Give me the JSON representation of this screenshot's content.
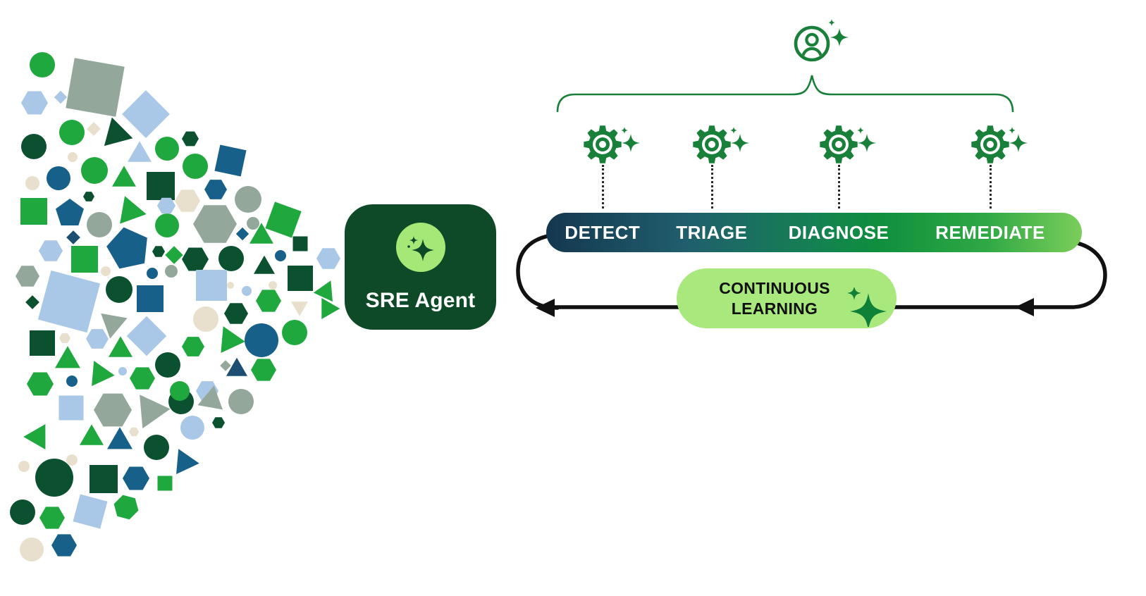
{
  "agent": {
    "label": "SRE Agent",
    "box_color": "#0e4a28",
    "circle_color": "#a5e878"
  },
  "pipeline": {
    "stages": [
      {
        "label": "DETECT",
        "x_pct": 10.5
      },
      {
        "label": "TRIAGE",
        "x_pct": 30.9
      },
      {
        "label": "DIAGNOSE",
        "x_pct": 54.6
      },
      {
        "label": "REMEDIATE",
        "x_pct": 82.9
      }
    ],
    "gradient": [
      "#14374f",
      "#205e6d",
      "#148152",
      "#0f8f3e",
      "#2fa844",
      "#7bce5a"
    ]
  },
  "learning": {
    "line1": "CONTINUOUS",
    "line2": "LEARNING",
    "pill_color": "#a9e87c",
    "sparkle_color": "#0f8038"
  },
  "accent_green": "#188038",
  "loop_line_color": "#111111",
  "connector_dot_color": "#2a2a2a",
  "icons": {
    "top": "user-circle-sparkle-icon",
    "stage": "gear-sparkle-icon",
    "agent": "sparkle-icon",
    "learning": "sparkle-icon"
  },
  "mosaic": {
    "palette": {
      "g": "#1fa83d",
      "dg": "#0b5130",
      "sb": "#17608a",
      "nb": "#1c4f71",
      "sg": "#93a89b",
      "lb": "#a9c7e6",
      "be": "#e8dfcc"
    },
    "shapes": [
      [
        "c",
        60,
        92,
        18,
        "g",
        0
      ],
      [
        "s",
        135,
        124,
        72,
        "sg",
        10
      ],
      [
        "h",
        49,
        146,
        19,
        "lb",
        0
      ],
      [
        "d",
        86,
        138,
        13,
        "lb",
        0
      ],
      [
        "s",
        207,
        162,
        48,
        "lb",
        45
      ],
      [
        "c",
        102,
        188,
        18,
        "g",
        0
      ],
      [
        "d",
        133,
        183,
        14,
        "be",
        0
      ],
      [
        "t",
        165,
        190,
        42,
        "dg",
        105
      ],
      [
        "c",
        48,
        208,
        18,
        "dg",
        0
      ],
      [
        "t",
        198,
        220,
        34,
        "lb",
        0
      ],
      [
        "c",
        237,
        211,
        17,
        "g",
        0
      ],
      [
        "h",
        270,
        197,
        12,
        "dg",
        0
      ],
      [
        "c",
        103,
        223,
        7,
        "be",
        0
      ],
      [
        "c",
        134,
        242,
        19,
        "g",
        0
      ],
      [
        "s",
        327,
        228,
        38,
        "sb",
        12
      ],
      [
        "c",
        277,
        236,
        18,
        "g",
        0
      ],
      [
        "c",
        83,
        253,
        17,
        "sb",
        0
      ],
      [
        "c",
        46,
        260,
        10,
        "be",
        0
      ],
      [
        "t",
        176,
        255,
        34,
        "g",
        0
      ],
      [
        "s",
        228,
        264,
        40,
        "dg",
        0
      ],
      [
        "h",
        126,
        279,
        8,
        "dg",
        0
      ],
      [
        "h",
        306,
        269,
        16,
        "sb",
        0
      ],
      [
        "h",
        266,
        285,
        18,
        "be",
        0
      ],
      [
        "c",
        352,
        283,
        19,
        "sg",
        0
      ],
      [
        "s",
        48,
        300,
        38,
        "g",
        0
      ],
      [
        "p",
        99,
        303,
        21,
        "sb",
        0
      ],
      [
        "c",
        141,
        319,
        18,
        "sg",
        0
      ],
      [
        "t",
        185,
        300,
        40,
        "g",
        100
      ],
      [
        "c",
        237,
        320,
        17,
        "g",
        0
      ],
      [
        "h",
        236,
        292,
        13,
        "lb",
        0
      ],
      [
        "s",
        402,
        312,
        40,
        "g",
        20
      ],
      [
        "h",
        305,
        318,
        31,
        "sg",
        0
      ],
      [
        "c",
        359,
        317,
        9,
        "sg",
        0
      ],
      [
        "d",
        344,
        332,
        13,
        "sb",
        0
      ],
      [
        "t",
        371,
        336,
        34,
        "g",
        0
      ],
      [
        "s",
        426,
        346,
        21,
        "dg",
        0
      ],
      [
        "d",
        104,
        337,
        14,
        "nb",
        0
      ],
      [
        "h",
        72,
        356,
        17,
        "lb",
        0
      ],
      [
        "s",
        120,
        368,
        38,
        "g",
        0
      ],
      [
        "p",
        182,
        353,
        31,
        "sb",
        -12
      ],
      [
        "h",
        225,
        357,
        9,
        "dg",
        0
      ],
      [
        "d",
        247,
        362,
        18,
        "g",
        0
      ],
      [
        "c",
        150,
        385,
        7,
        "be",
        0
      ],
      [
        "h",
        39,
        392,
        17,
        "sg",
        0
      ],
      [
        "c",
        216,
        388,
        8,
        "sb",
        0
      ],
      [
        "c",
        243,
        385,
        9,
        "sg",
        0
      ],
      [
        "h",
        277,
        368,
        19,
        "dg",
        0
      ],
      [
        "c",
        328,
        367,
        18,
        "dg",
        0
      ],
      [
        "c",
        398,
        363,
        8,
        "sb",
        0
      ],
      [
        "t",
        375,
        380,
        30,
        "dg",
        0
      ],
      [
        "s",
        426,
        395,
        36,
        "dg",
        0
      ],
      [
        "h",
        466,
        367,
        17,
        "lb",
        0
      ],
      [
        "c",
        169,
        411,
        19,
        "dg",
        0
      ],
      [
        "s",
        213,
        424,
        38,
        "sb",
        0
      ],
      [
        "d",
        46,
        429,
        14,
        "dg",
        0
      ],
      [
        "s",
        98,
        428,
        72,
        "lb",
        15
      ],
      [
        "t",
        160,
        459,
        38,
        "sg",
        190
      ],
      [
        "s",
        208,
        477,
        40,
        "lb",
        45
      ],
      [
        "s",
        60,
        487,
        36,
        "dg",
        0
      ],
      [
        "h",
        92,
        480,
        8,
        "be",
        0
      ],
      [
        "h",
        138,
        481,
        16,
        "lb",
        0
      ],
      [
        "t",
        171,
        497,
        34,
        "g",
        0
      ],
      [
        "t",
        96,
        512,
        36,
        "g",
        0
      ],
      [
        "t",
        142,
        531,
        36,
        "g",
        95
      ],
      [
        "c",
        174,
        527,
        6,
        "lb",
        0
      ],
      [
        "h",
        202,
        537,
        18,
        "g",
        0
      ],
      [
        "c",
        238,
        518,
        18,
        "dg",
        0
      ],
      [
        "c",
        102,
        541,
        8,
        "sb",
        0
      ],
      [
        "h",
        57,
        545,
        19,
        "g",
        0
      ],
      [
        "s",
        101,
        579,
        35,
        "lb",
        0
      ],
      [
        "h",
        160,
        582,
        27,
        "sg",
        0
      ],
      [
        "t",
        214,
        583,
        48,
        "sg",
        205
      ],
      [
        "c",
        257,
        570,
        18,
        "dg",
        0
      ],
      [
        "c",
        273,
        607,
        17,
        "lb",
        0
      ],
      [
        "t",
        54,
        620,
        36,
        "g",
        150
      ],
      [
        "t",
        130,
        622,
        34,
        "g",
        0
      ],
      [
        "t",
        170,
        627,
        36,
        "sb",
        0
      ],
      [
        "h",
        190,
        613,
        7,
        "be",
        0
      ],
      [
        "c",
        222,
        635,
        18,
        "dg",
        0
      ],
      [
        "t",
        262,
        656,
        36,
        "sb",
        215
      ],
      [
        "c",
        34,
        662,
        8,
        "be",
        0
      ],
      [
        "c",
        102,
        653,
        8,
        "be",
        0
      ],
      [
        "c",
        77,
        678,
        27,
        "dg",
        0
      ],
      [
        "s",
        147,
        680,
        40,
        "dg",
        0
      ],
      [
        "h",
        193,
        679,
        19,
        "sb",
        0
      ],
      [
        "s",
        234,
        686,
        21,
        "g",
        0
      ],
      [
        "c",
        32,
        727,
        18,
        "dg",
        0
      ],
      [
        "h",
        74,
        735,
        18,
        "g",
        0
      ],
      [
        "s",
        128,
        726,
        40,
        "lb",
        15
      ],
      [
        "h",
        179,
        720,
        18,
        "g",
        15
      ],
      [
        "c",
        45,
        780,
        17,
        "be",
        0
      ],
      [
        "h",
        91,
        774,
        18,
        "sb",
        0
      ],
      [
        "c",
        327,
        405,
        5,
        "be",
        0
      ],
      [
        "c",
        350,
        413,
        7,
        "lb",
        0
      ],
      [
        "c",
        387,
        405,
        6,
        "be",
        0
      ],
      [
        "t",
        462,
        414,
        30,
        "g",
        265
      ],
      [
        "h",
        381,
        427,
        18,
        "g",
        0
      ],
      [
        "t",
        425,
        435,
        24,
        "be",
        180
      ],
      [
        "h",
        335,
        445,
        17,
        "dg",
        0
      ],
      [
        "c",
        292,
        453,
        18,
        "be",
        0
      ],
      [
        "t",
        326,
        483,
        38,
        "g",
        95
      ],
      [
        "c",
        371,
        483,
        24,
        "sb",
        0
      ],
      [
        "c",
        418,
        472,
        18,
        "g",
        0
      ],
      [
        "h",
        274,
        492,
        16,
        "g",
        0
      ],
      [
        "t",
        336,
        525,
        30,
        "nb",
        0
      ],
      [
        "d",
        320,
        519,
        11,
        "sg",
        0
      ],
      [
        "h",
        374,
        525,
        18,
        "g",
        0
      ],
      [
        "h",
        294,
        555,
        16,
        "lb",
        0
      ],
      [
        "c",
        255,
        555,
        14,
        "g",
        0
      ],
      [
        "t",
        300,
        568,
        36,
        "sg",
        250
      ],
      [
        "c",
        342,
        570,
        18,
        "sg",
        0
      ],
      [
        "h",
        310,
        600,
        9,
        "dg",
        0
      ],
      [
        "t",
        465,
        438,
        30,
        "g",
        90
      ],
      [
        "s",
        300,
        405,
        44,
        "lb",
        0
      ]
    ]
  }
}
